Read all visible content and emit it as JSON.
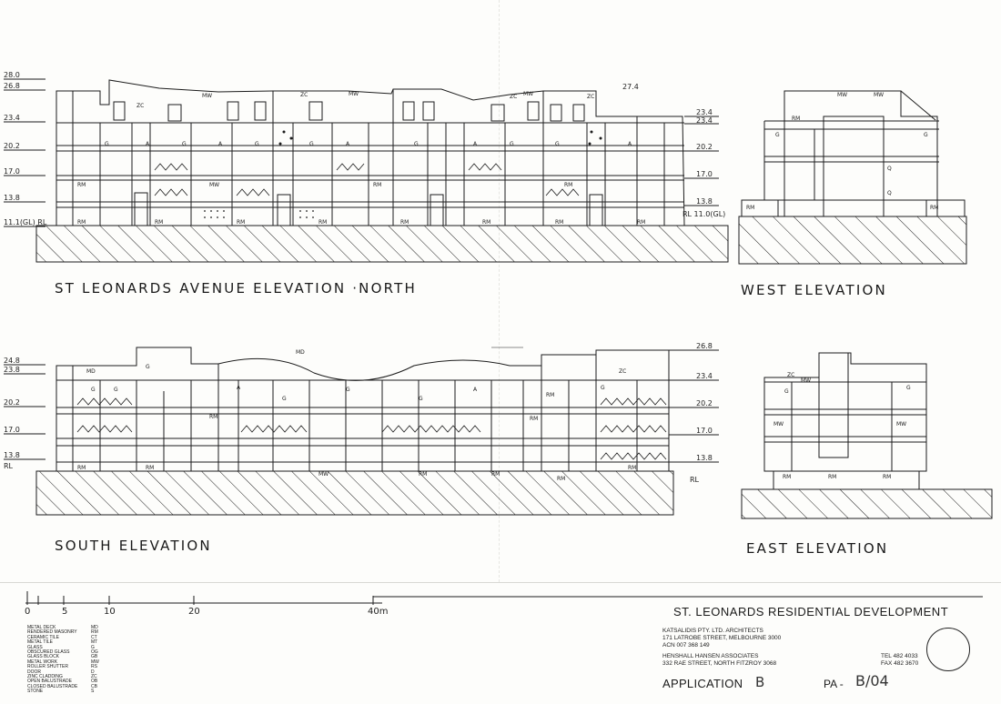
{
  "drawing_titles": {
    "north": "ST LEONARDS AVENUE ELEVATION  ·NORTH",
    "west": "WEST  ELEVATION",
    "south": "SOUTH  ELEVATION",
    "east": "EAST  ELEVATION"
  },
  "north_levels": [
    "28.0",
    "26.8",
    "23.4",
    "20.2",
    "17.0",
    "13.8",
    "11.1(GL) RL"
  ],
  "north_right_levels": [
    "23.4",
    "23.4",
    "20.2",
    "17.0",
    "13.8",
    "RL 11.0(GL)"
  ],
  "north_top_note": "27.4",
  "south_levels": [
    "24.8",
    "23.8",
    "20.2",
    "17.0",
    "13.8",
    "RL"
  ],
  "south_right_levels": [
    "26.8",
    "23.4",
    "20.2",
    "17.0",
    "13.8"
  ],
  "south_rl_right": "RL",
  "scale": {
    "ticks": [
      "0",
      "5",
      "10",
      "20",
      "40m"
    ]
  },
  "legend": [
    {
      "name": "METAL DECK",
      "code": "MD"
    },
    {
      "name": "RENDERED MASONRY",
      "code": "RM"
    },
    {
      "name": "CERAMIC TILE",
      "code": "CT"
    },
    {
      "name": "METAL TILE",
      "code": "MT"
    },
    {
      "name": "GLASS",
      "code": "G"
    },
    {
      "name": "OBSCURED GLASS",
      "code": "OG"
    },
    {
      "name": "GLASS BLOCK",
      "code": "GB"
    },
    {
      "name": "METAL WORK",
      "code": "MW"
    },
    {
      "name": "ROLLER SHUTTER",
      "code": "RS"
    },
    {
      "name": "DOOR",
      "code": "D"
    },
    {
      "name": "ZINC CLADDING",
      "code": "ZC"
    },
    {
      "name": "OPEN BALUSTRADE",
      "code": "OB"
    },
    {
      "name": "CLOSED BALUSTRADE",
      "code": "CB"
    },
    {
      "name": "STONE",
      "code": "S"
    }
  ],
  "title_block": {
    "project": "ST. LEONARDS RESIDENTIAL DEVELOPMENT",
    "architect_line1": "KATSALIDIS PTY. LTD. ARCHITECTS",
    "architect_line2": "171 LATROBE STREET, MELBOURNE  3000",
    "architect_line3": "ACN 007 368 149",
    "assoc_line1": "HENSHALL HANSEN ASSOCIATES",
    "assoc_line2": "332 RAE STREET, NORTH FITZROY  3068",
    "tel": "TEL  482 4033",
    "fax": "FAX  482 3670",
    "application_label": "APPLICATION",
    "application_value": "B",
    "pa_label": "PA -",
    "pa_value": "B/04"
  }
}
